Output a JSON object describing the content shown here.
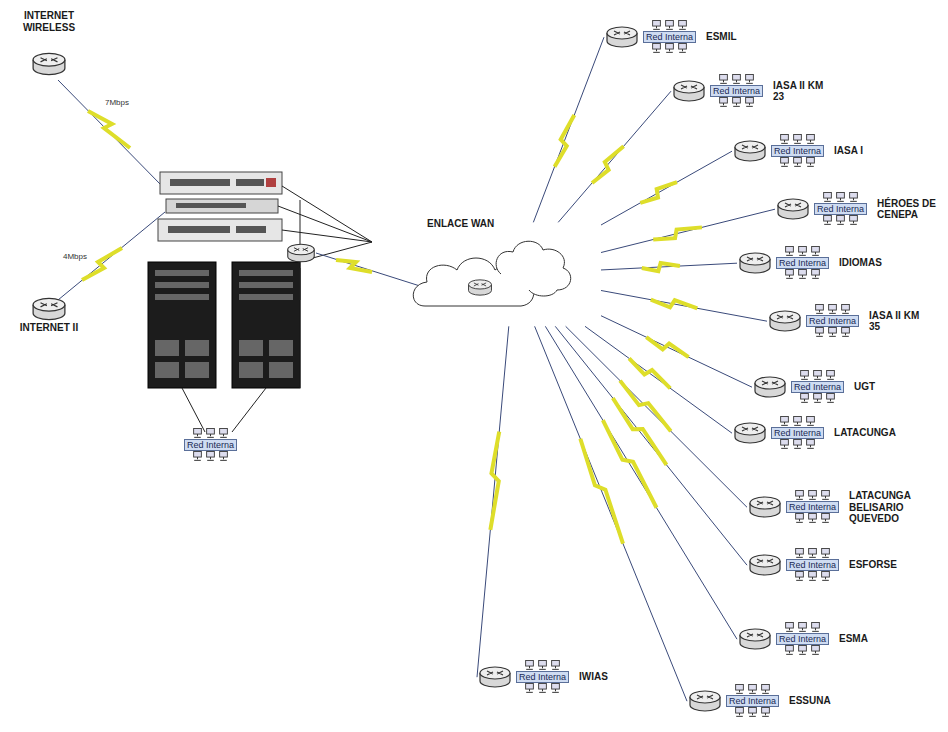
{
  "diagram": {
    "nodes": [
      {
        "text": [
          "INTERNET WIRELESS"
        ]
      },
      {
        "text": [
          "INTERNET II"
        ]
      },
      {
        "text": [
          "Red Interna"
        ]
      },
      {
        "text": [
          "ENLACE WAN"
        ]
      },
      {
        "text": [
          "ESMIL"
        ]
      },
      {
        "text": [
          "Red Interna"
        ],
        "in": 4
      },
      {
        "text": [
          "IASA II KM 23"
        ]
      },
      {
        "text": [
          "Red Interna"
        ],
        "in": 6
      },
      {
        "text": [
          "IASA I"
        ]
      },
      {
        "text": [
          "Red Interna"
        ],
        "in": 8
      },
      {
        "text": [
          "HÉROES DE CENEPA"
        ]
      },
      {
        "text": [
          "Red Interna"
        ],
        "in": 10
      },
      {
        "text": [
          "IDIOMAS"
        ]
      },
      {
        "text": [
          "Red Interna"
        ],
        "in": 12
      },
      {
        "text": [
          "IASA II KM 35"
        ]
      },
      {
        "text": [
          "Red Interna"
        ],
        "in": 14
      },
      {
        "text": [
          "UGT"
        ]
      },
      {
        "text": [
          "Red Interna"
        ],
        "in": 16
      },
      {
        "text": [
          "LATACUNGA"
        ]
      },
      {
        "text": [
          "Red Interna"
        ],
        "in": 18
      },
      {
        "text": [
          "LATACUNGA BELISARIO QUEVEDO"
        ]
      },
      {
        "text": [
          "Red Interna"
        ],
        "in": 20
      },
      {
        "text": [
          "ESFORSE"
        ]
      },
      {
        "text": [
          "Red Interna"
        ],
        "in": 22
      },
      {
        "text": [
          "ESMA"
        ]
      },
      {
        "text": [
          "Red Interna"
        ],
        "in": 24
      },
      {
        "text": [
          "ESSUNA"
        ]
      },
      {
        "text": [
          "Red Interna"
        ],
        "in": 26
      },
      {
        "text": [
          "IWIAS"
        ]
      },
      {
        "text": [
          "Red Interna"
        ],
        "in": 28
      }
    ],
    "edges": [
      {
        "from": 3,
        "to": 4,
        "arrow": "none"
      },
      {
        "from": 3,
        "to": 6,
        "arrow": "none"
      },
      {
        "from": 3,
        "to": 8,
        "arrow": "none"
      },
      {
        "from": 3,
        "to": 10,
        "arrow": "none"
      },
      {
        "from": 3,
        "to": 12,
        "arrow": "none"
      },
      {
        "from": 3,
        "to": 14,
        "arrow": "none"
      },
      {
        "from": 3,
        "to": 16,
        "arrow": "none"
      },
      {
        "from": 3,
        "to": 18,
        "arrow": "none"
      },
      {
        "from": 3,
        "to": 20,
        "arrow": "none"
      },
      {
        "from": 3,
        "to": 22,
        "arrow": "none"
      },
      {
        "from": 3,
        "to": 24,
        "arrow": "none"
      },
      {
        "from": 3,
        "to": 26,
        "arrow": "none"
      },
      {
        "from": 3,
        "to": 28,
        "arrow": "none"
      }
    ],
    "labels": [
      "7Mbps",
      "4Mbps"
    ]
  }
}
